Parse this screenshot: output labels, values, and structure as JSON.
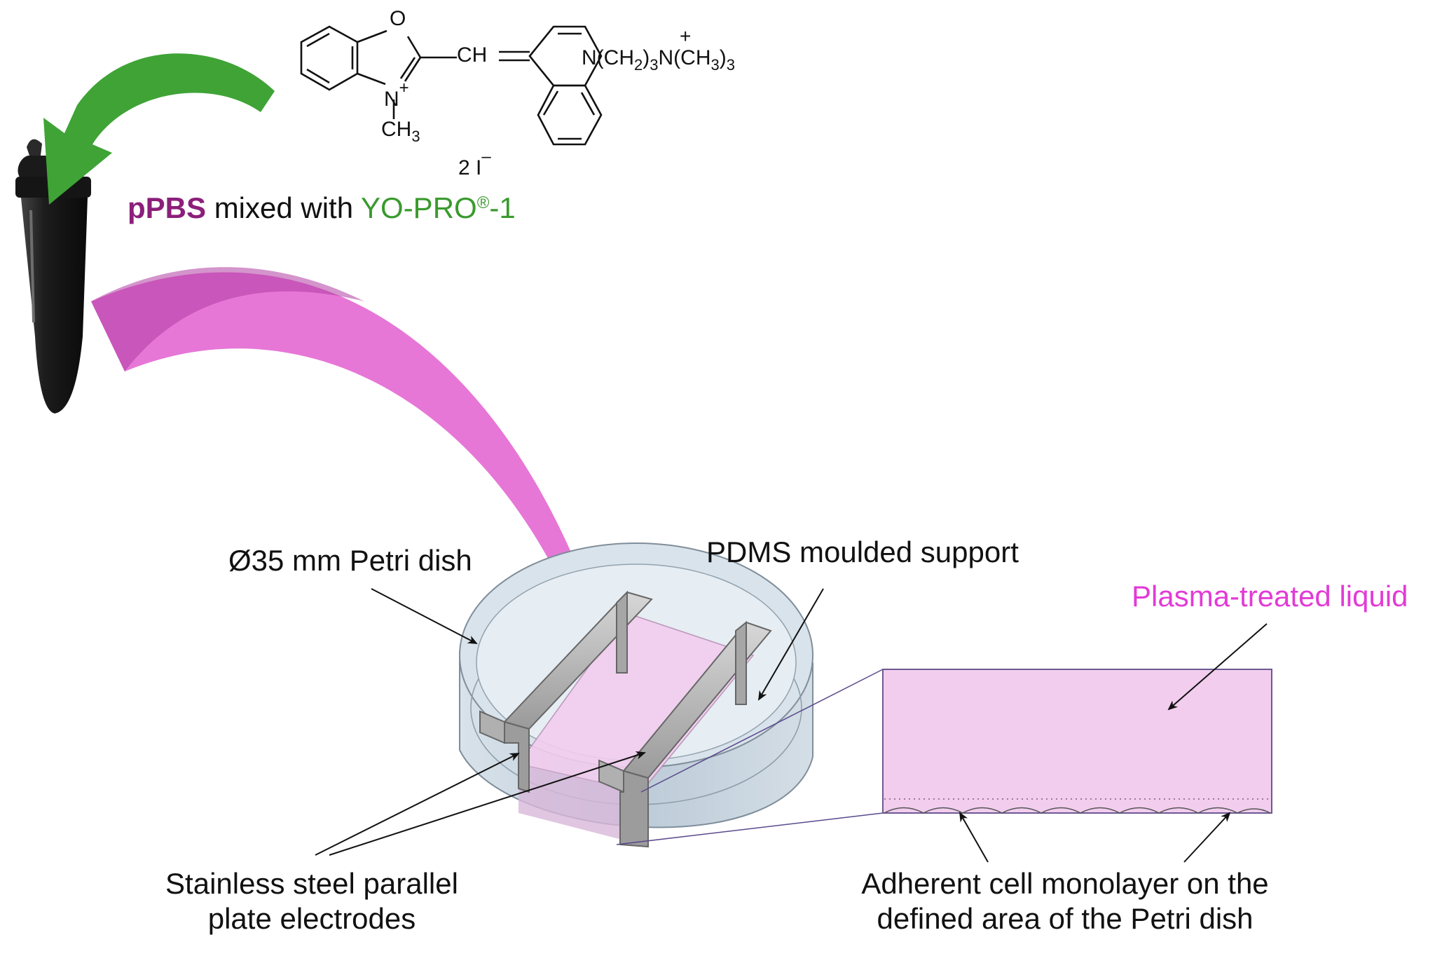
{
  "reagent": {
    "pbs": "pPBS",
    "mixed": "mixed with",
    "dye_name": "YO-PRO",
    "dye_reg": "®",
    "dye_suffix": "-1",
    "pbs_color": "#8b1f7a",
    "dye_color": "#3a9a2e"
  },
  "molecule": {
    "o": "O",
    "n_plus": "N",
    "plus": "+",
    "ch_eq": "CH",
    "ch3": "CH",
    "ch3_sub": "3",
    "counter_ion": "2 I",
    "minus": "–",
    "chain_n": "N(CH",
    "chain_sub1": "2",
    "chain_mid": ")",
    "chain_sub2": "3",
    "chain_n2": "N(CH",
    "chain_sub3": "3",
    "chain_end": ")",
    "chain_sub4": "3",
    "chain_plus": "+"
  },
  "labels": {
    "petri_dish": "Ø35 mm Petri dish",
    "pdms": "PDMS moulded support",
    "plasma_liquid": "Plasma-treated liquid",
    "electrodes_line1": "Stainless steel parallel",
    "electrodes_line2": "plate electrodes",
    "monolayer_line1": "Adherent cell monolayer on the",
    "monolayer_line2": "defined area of the Petri dish"
  },
  "colors": {
    "green_arrow": "#3fa336",
    "magenta_arrow": "#e25fd0",
    "plasma_text": "#e23bd6",
    "liquid_fill": "#f2cdee",
    "dish": "#c9d6e0",
    "electrode": "#b4b4b4"
  }
}
